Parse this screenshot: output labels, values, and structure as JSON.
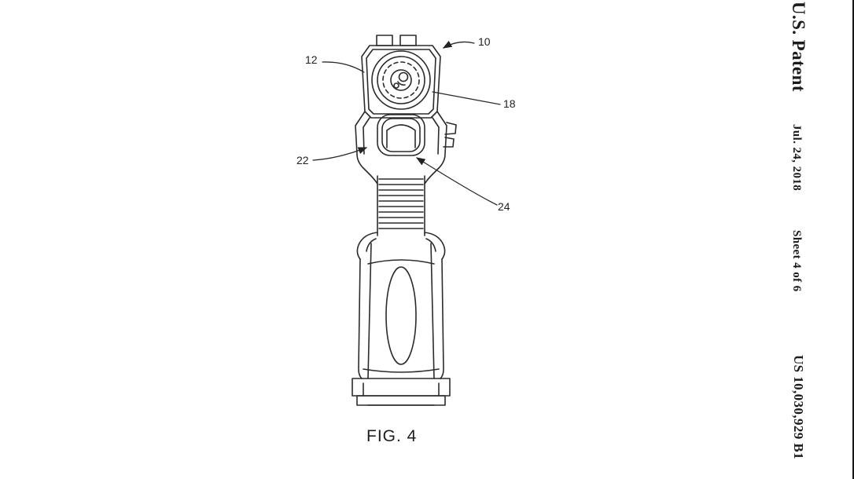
{
  "colors": {
    "ink": "#232323",
    "background": "#ffffff"
  },
  "edge_text": {
    "patent_label": "U.S. Patent",
    "date": "Jul. 24, 2018",
    "sheet": "Sheet 4 of 6",
    "patent_number": "US 10,030,929 B1"
  },
  "figure": {
    "caption": "FIG. 4",
    "refs": {
      "r10": "10",
      "r12": "12",
      "r18": "18",
      "r22": "22",
      "r24": "24"
    }
  }
}
